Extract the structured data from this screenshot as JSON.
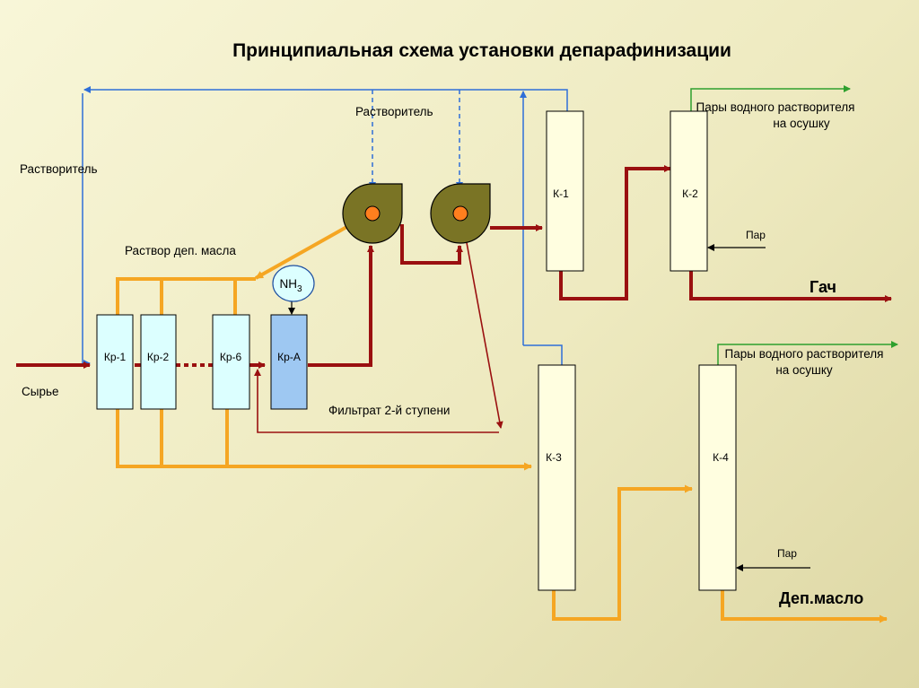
{
  "title": "Принципиальная схема установки депарафинизации",
  "labels": {
    "solvent_left": "Растворитель",
    "solvent_top": "Растворитель",
    "dewaxed_oil_solution": "Раствор деп. масла",
    "feed": "Сырье",
    "filtrate": "Фильтрат 2-й ступени",
    "vapors_1_line1": "Пары водного растворителя",
    "vapors_1_line2": "на осушку",
    "vapors_2_line1": "Пары водного растворителя",
    "vapors_2_line2": "на осушку",
    "steam_1": "Пар",
    "steam_2": "Пар",
    "gach": "Гач",
    "dewaxed_oil": "Деп.масло",
    "nh3_main": "NH",
    "nh3_sub": "3"
  },
  "crystallizers": [
    {
      "label": "Кр-1"
    },
    {
      "label": "Кр-2"
    },
    {
      "label": "Кр-6"
    },
    {
      "label": "Кр-А"
    }
  ],
  "columns": [
    {
      "label": "К-1"
    },
    {
      "label": "К-2"
    },
    {
      "label": "К-3"
    },
    {
      "label": "К-4"
    }
  ],
  "colors": {
    "raffinate_line": "#9a1010",
    "oil_solution_line": "#f5a623",
    "solvent_line": "#2f6fd8",
    "vapor_line": "#2ea02e",
    "filter_fill": "#7a7425",
    "column_fill": "#fffee0",
    "crystallizer_fill": "#dcffff",
    "crystallizer_a_fill": "#9ec8f2"
  }
}
